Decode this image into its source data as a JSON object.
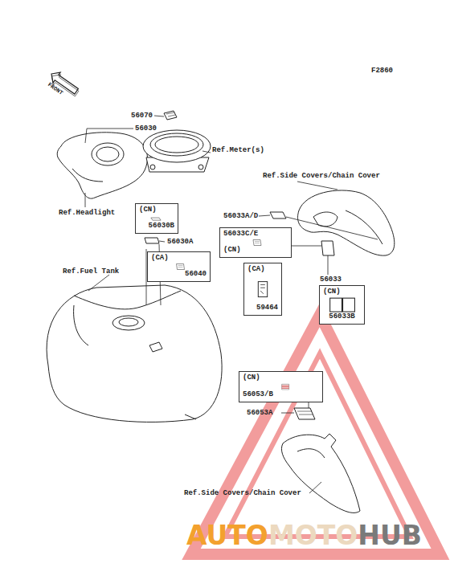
{
  "diagram": {
    "nodes": [
      {
        "text": [
          "(CN)",
          "56030B"
        ]
      },
      {
        "text": [
          "(CA)",
          "56040"
        ]
      },
      {
        "text": [
          "56033C/E",
          "(CN)"
        ]
      },
      {
        "text": [
          "(CA)",
          "59464"
        ]
      },
      {
        "text": [
          "(CN)",
          "56033B"
        ]
      },
      {
        "text": [
          "(CN)",
          "56053/B"
        ]
      }
    ],
    "labels": [
      "F2860",
      "FRONT",
      "56070",
      "56030",
      "Ref.Meter(s)",
      "Ref.Side Covers/Chain Cover",
      "Ref.Headlight",
      "56033A/D",
      "56030A",
      "Ref.Fuel Tank",
      "56033",
      "56053A",
      "Ref.Side Covers/Chain Cover",
      "AUTO",
      "MOTO",
      "HUB"
    ]
  }
}
